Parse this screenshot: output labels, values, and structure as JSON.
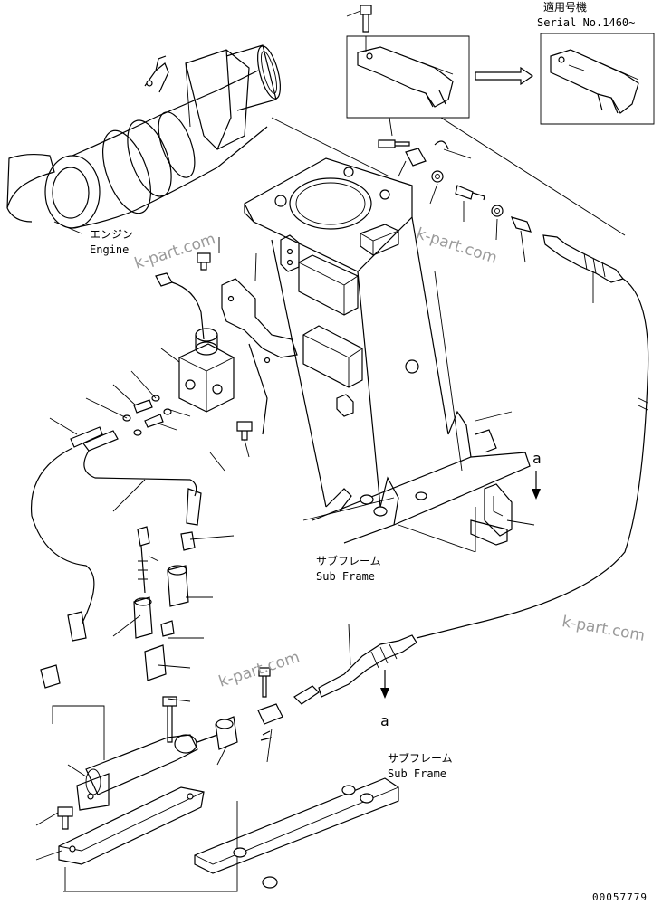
{
  "labels": {
    "engine_jp": "エンジン",
    "engine_en": "Engine",
    "subframe_jp_1": "サブフレーム",
    "subframe_en_1": "Sub Frame",
    "subframe_jp_2": "サブフレーム",
    "subframe_en_2": "Sub Frame",
    "serial_jp": "適用号機",
    "serial_en": "Serial No.1460~",
    "arrow_ref_a_top": "a",
    "arrow_ref_a_bottom": "a",
    "drawing_number": "00057779"
  },
  "watermarks": [
    "k-part.com",
    "k-part.com",
    "k-part.com",
    "k-part.com"
  ]
}
